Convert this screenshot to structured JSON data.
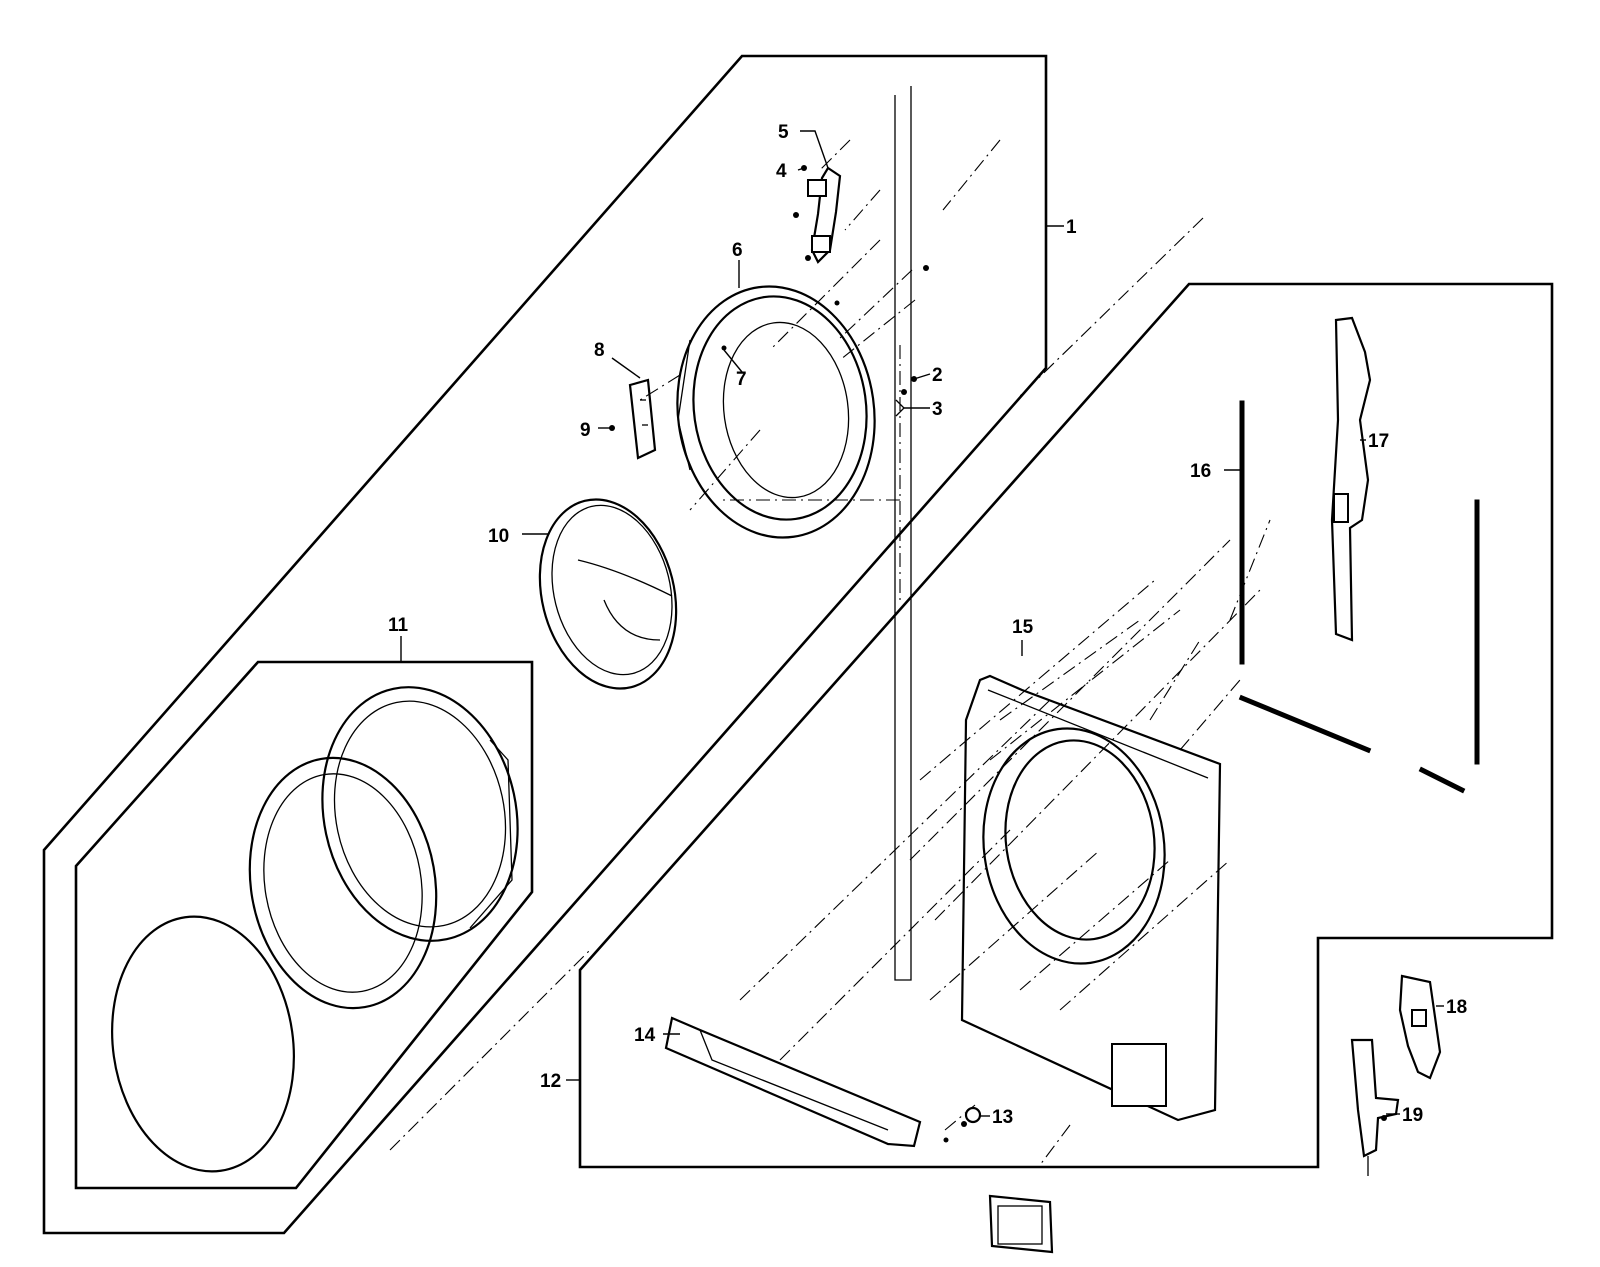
{
  "diagram": {
    "part_numbers": {
      "p1": "1",
      "p2": "2",
      "p3": "3",
      "p4": "4",
      "p5": "5",
      "p6": "6",
      "p7": "7",
      "p8": "8",
      "p9": "9",
      "p10": "10",
      "p11": "11",
      "p12": "12",
      "p13": "13",
      "p14": "14",
      "p15": "15",
      "p16": "16",
      "p17": "17",
      "p18": "18",
      "p19": "19"
    },
    "colors": {
      "line": "#000000",
      "background": "#ffffff"
    }
  }
}
